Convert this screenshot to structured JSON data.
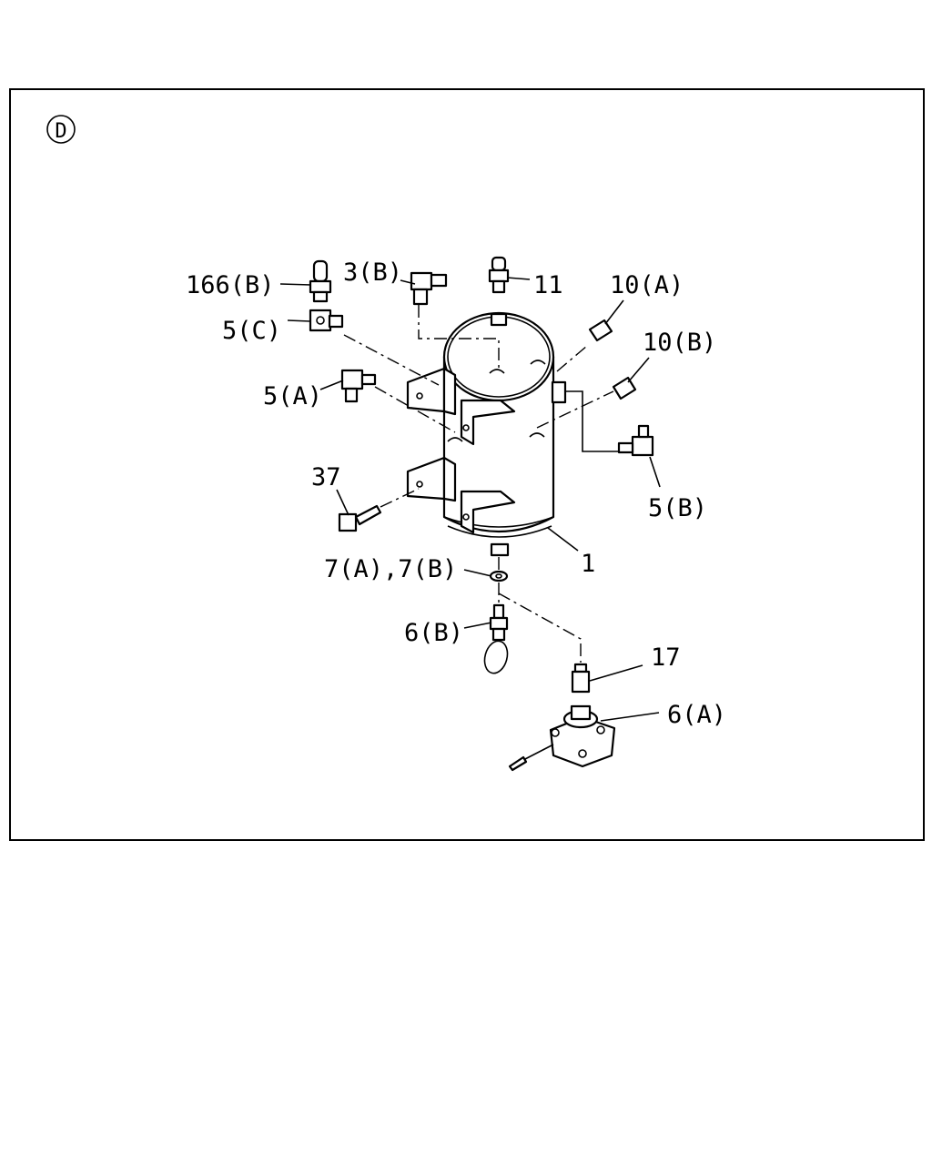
{
  "section_marker": "D",
  "callouts": {
    "c166B": "166(B)",
    "c3B": "3(B)",
    "c11": "11",
    "c10A": "10(A)",
    "c10B": "10(B)",
    "c5C": "5(C)",
    "c5A": "5(A)",
    "c5B": "5(B)",
    "c37": "37",
    "c1": "1",
    "c7": "7(A),7(B)",
    "c6B": "6(B)",
    "c17": "17",
    "c6A": "6(A)"
  }
}
